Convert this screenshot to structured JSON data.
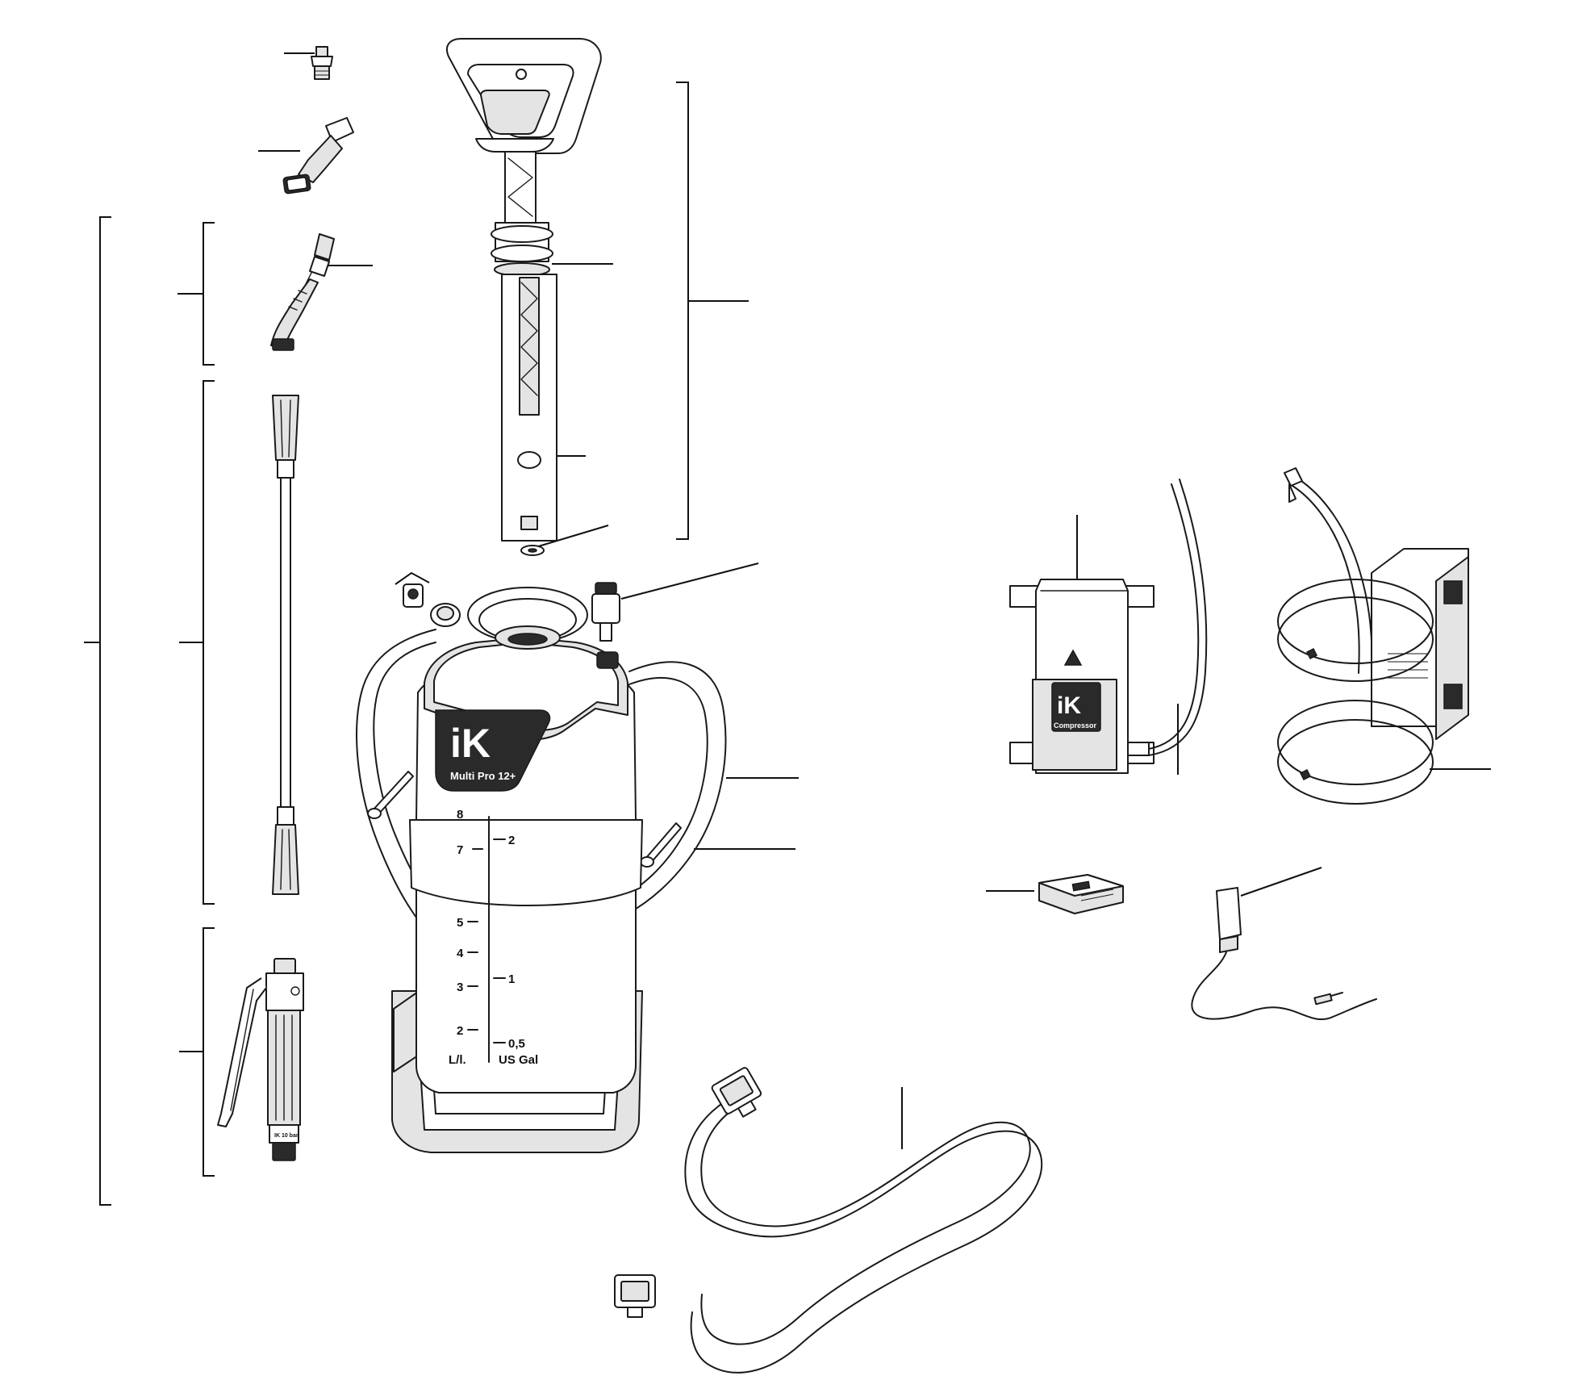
{
  "sprayer": {
    "brand_logo": "iK",
    "model_label": "Multi Pro 12+",
    "scale_left_header": "L/l.",
    "scale_right_header": "US Gal",
    "scale_left": [
      "8",
      "7",
      "5",
      "4",
      "3",
      "2"
    ],
    "scale_right": [
      "2",
      "1",
      "0,5"
    ]
  },
  "compressor": {
    "brand_logo": "iK",
    "label": "Compressor"
  },
  "trigger": {
    "small_label": "IK 10 bar"
  },
  "colors": {
    "line": "#1a1a1a",
    "fill_light": "#e4e4e4",
    "fill_dark": "#2a2a2a"
  }
}
